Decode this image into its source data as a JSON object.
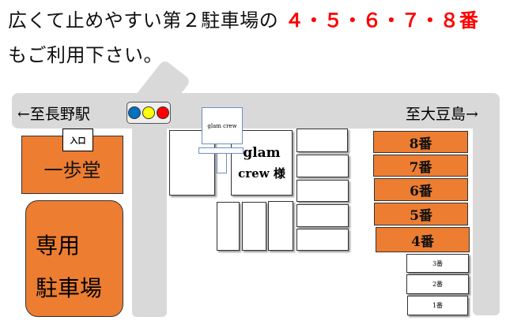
{
  "heading": {
    "line1_black": "広くて止めやすい第２駐車場の",
    "line1_red": "４・５・６・７・８番",
    "line2": "もご利用下さい。"
  },
  "map": {
    "left_direction": "←至長野駅",
    "right_direction": "至大豆島→",
    "shop_name": "一歩堂",
    "entrance": "入口",
    "private_parking_line1": "専用",
    "private_parking_line2": "駐車場",
    "glam_sign": "glam crew",
    "glam_building_line1": "glam",
    "glam_building_line2": "crew 様",
    "traffic_light_colors": [
      "#0070c0",
      "#ffff00",
      "#ff0000"
    ],
    "spaces_highlight": [
      "8番",
      "7番",
      "6番",
      "5番",
      "4番"
    ],
    "spaces_other": [
      "3番",
      "2番",
      "1番"
    ],
    "accent_color": "#ed7d31"
  }
}
